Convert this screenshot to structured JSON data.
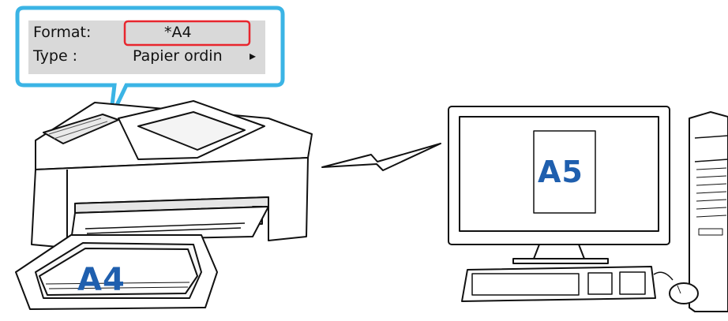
{
  "lcd": {
    "format_label": "Format:",
    "format_value": "*A4",
    "type_label": "Type :",
    "type_value": "Papier ordin",
    "arrow": "▸"
  },
  "printer": {
    "paper_size": "A4"
  },
  "computer": {
    "document_size": "A5"
  },
  "colors": {
    "callout_border": "#3bb4e5",
    "highlight_border": "#e8262e",
    "paper_label": "#1f5fae",
    "lcd_background": "#d9d9d9"
  },
  "icons": [
    "printer-icon",
    "computer-icon",
    "lightning-signal-icon",
    "keyboard-icon",
    "mouse-icon",
    "tower-icon"
  ]
}
